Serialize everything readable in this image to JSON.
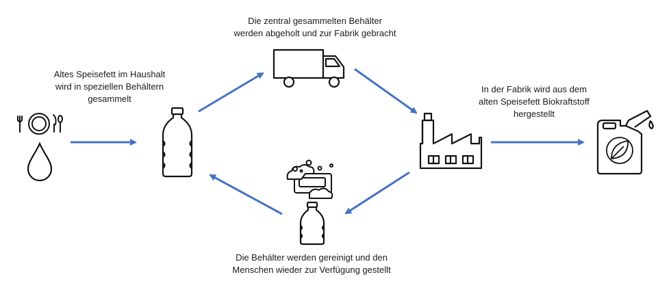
{
  "colors": {
    "arrow": "#4472c4",
    "icon": "#111111"
  },
  "steps": {
    "household": "Altes Speisefett im Haushalt\nwird in speziellen Behältern\ngesammelt",
    "transport": "Die zentral gesammelten Behälter\nwerden abgeholt und zur Fabrik gebracht",
    "factory": "In der Fabrik wird aus dem\nalten Speisefett Biokraftstoff\nhergestellt",
    "cleaning": "Die Behälter werden gereinigt und den\nMenschen wieder zur Verfügung gestellt"
  },
  "icons": [
    "tableware-icon",
    "oil-drop-icon",
    "bottle-icon",
    "truck-icon",
    "factory-icon",
    "soap-icon",
    "clean-bottle-icon",
    "fuel-canister-icon",
    "leaf-icon"
  ]
}
